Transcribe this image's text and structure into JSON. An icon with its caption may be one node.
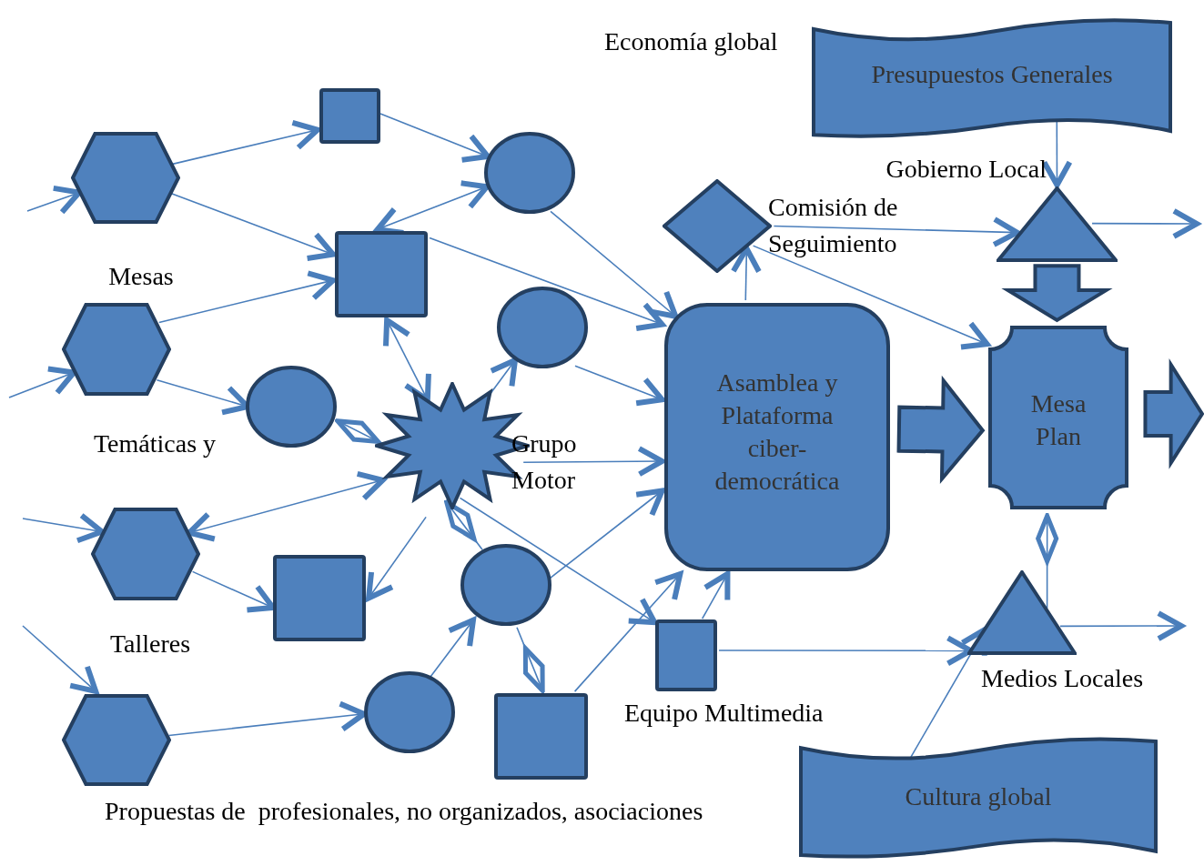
{
  "diagram": {
    "nodes": [
      {
        "text": [],
        "shape": "hexagon"
      },
      {
        "text": [],
        "shape": "hexagon"
      },
      {
        "text": [],
        "shape": "hexagon"
      },
      {
        "text": [],
        "shape": "hexagon"
      },
      {
        "text": [],
        "shape": "box"
      },
      {
        "text": [],
        "shape": "box"
      },
      {
        "text": [],
        "shape": "box"
      },
      {
        "text": [],
        "shape": "box"
      },
      {
        "text": [],
        "shape": "circle"
      },
      {
        "text": [],
        "shape": "circle"
      },
      {
        "text": [],
        "shape": "circle"
      },
      {
        "text": [],
        "shape": "circle"
      },
      {
        "text": [],
        "shape": "circle"
      },
      {
        "text": [],
        "shape": "star",
        "beside": [
          "Grupo Motor"
        ]
      },
      {
        "text": [],
        "shape": "box",
        "beside": [
          "Equipo Multimedia"
        ]
      },
      {
        "text": [
          "Asamblea y Plataforma ciber-democrática"
        ]
      },
      {
        "text": [],
        "shape": "diamond",
        "beside": [
          "Comisión de Seguimiento"
        ]
      },
      {
        "text": [],
        "shape": "triangle",
        "beside": [
          "Gobierno Local"
        ]
      },
      {
        "text": [
          "Mesa Plan"
        ]
      },
      {
        "text": [],
        "shape": "triangle",
        "beside": [
          "Medios Locales"
        ]
      },
      {
        "text": [
          "Presupuestos Generales"
        ]
      },
      {
        "text": [
          "Cultura global"
        ]
      }
    ],
    "edges": [
      {
        "from": null,
        "to": 0,
        "arrow": "to"
      },
      {
        "from": 0,
        "to": 4,
        "arrow": "to"
      },
      {
        "from": 0,
        "to": 5,
        "arrow": "to"
      },
      {
        "from": null,
        "to": 1,
        "arrow": "to"
      },
      {
        "from": 1,
        "to": 5,
        "arrow": "to"
      },
      {
        "from": 1,
        "to": 10,
        "arrow": "to"
      },
      {
        "from": null,
        "to": 2,
        "arrow": "to"
      },
      {
        "from": 2,
        "to": 13,
        "arrow": "both"
      },
      {
        "from": 2,
        "to": 6,
        "arrow": "to"
      },
      {
        "from": null,
        "to": 3,
        "arrow": "to"
      },
      {
        "from": 3,
        "to": 12,
        "arrow": "to"
      },
      {
        "from": 4,
        "to": 8,
        "arrow": "to"
      },
      {
        "from": 5,
        "to": 8,
        "arrow": "both"
      },
      {
        "from": 5,
        "to": 15,
        "arrow": "to"
      },
      {
        "from": 8,
        "to": 15,
        "arrow": "to"
      },
      {
        "from": 9,
        "to": 15,
        "arrow": "to"
      },
      {
        "from": 5,
        "to": 13,
        "arrow": "both"
      },
      {
        "from": 13,
        "to": 9,
        "arrow": "to"
      },
      {
        "from": 10,
        "to": 13,
        "arrow": "other"
      },
      {
        "from": 13,
        "to": 15,
        "arrow": "to"
      },
      {
        "from": 13,
        "to": 6,
        "arrow": "to"
      },
      {
        "from": 13,
        "to": 11,
        "arrow": "other"
      },
      {
        "from": 13,
        "to": 14,
        "arrow": "to"
      },
      {
        "from": 11,
        "to": 15,
        "arrow": "to"
      },
      {
        "from": 12,
        "to": 11,
        "arrow": "to"
      },
      {
        "from": 7,
        "to": 11,
        "arrow": "other"
      },
      {
        "from": 7,
        "to": 15,
        "arrow": "to"
      },
      {
        "from": 14,
        "to": 15,
        "arrow": "to"
      },
      {
        "from": 14,
        "to": 19,
        "arrow": "to"
      },
      {
        "from": 15,
        "to": 16,
        "arrow": "to"
      },
      {
        "from": 16,
        "to": 17,
        "arrow": "to"
      },
      {
        "from": 16,
        "to": 18,
        "arrow": "to"
      },
      {
        "from": 20,
        "to": 17,
        "arrow": "to"
      },
      {
        "from": 17,
        "to": null,
        "arrow": "to"
      },
      {
        "from": 17,
        "to": 18,
        "arrow": "to",
        "style": "thick"
      },
      {
        "from": 15,
        "to": 18,
        "arrow": "to",
        "style": "thick"
      },
      {
        "from": 18,
        "to": null,
        "arrow": "to",
        "style": "thick"
      },
      {
        "from": 18,
        "to": 19,
        "arrow": "other"
      },
      {
        "from": 19,
        "to": null,
        "arrow": "to"
      },
      {
        "from": 21,
        "to": 19,
        "arrow": "to"
      }
    ],
    "labels": [
      "Economía global",
      "Mesas",
      "Temáticas y",
      "Talleres",
      "Propuestas de  profesionales, no organizados, asociaciones"
    ]
  }
}
